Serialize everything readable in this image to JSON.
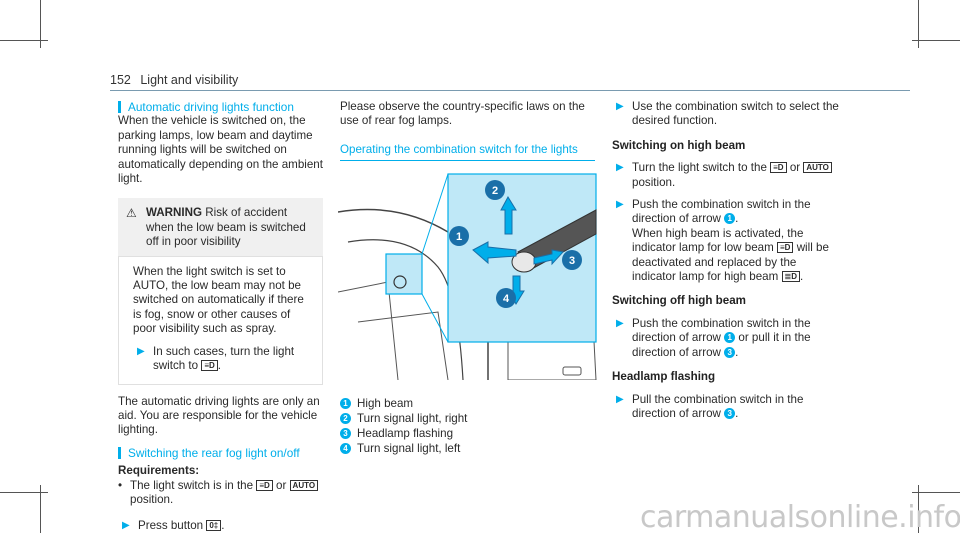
{
  "header": {
    "page_number": "152",
    "section": "Light and visibility"
  },
  "col1": {
    "heading_auto": "Automatic driving lights function",
    "auto_text": "When the vehicle is switched on, the parking lamps, low beam and daytime running lights will be switched on automatically depending on the ambient light.",
    "warning": {
      "label": "WARNING",
      "title": "Risk of accident when the low beam is switched off in poor visibility",
      "body": "When the light switch is set to AUTO, the low beam may not be switched on automatically if there is fog, snow or other causes of poor visibility such as spray.",
      "step": "In such cases, turn the light switch to"
    },
    "aid_text": "The automatic driving lights are only an aid. You are responsible for the vehicle lighting.",
    "heading_fog": "Switching the rear fog light on/off",
    "requirements_label": "Requirements:",
    "requirement": "The light switch is in the",
    "requirement_or": "or",
    "requirement_end": "position.",
    "press_step": "Press button"
  },
  "col2": {
    "intro": "Please observe the country-specific laws on the use of rear fog lamps.",
    "heading": "Operating the combination switch for the lights",
    "legend": [
      {
        "num": "1",
        "label": "High beam"
      },
      {
        "num": "2",
        "label": "Turn signal light, right"
      },
      {
        "num": "3",
        "label": "Headlamp flashing"
      },
      {
        "num": "4",
        "label": "Turn signal light, left"
      }
    ]
  },
  "col3": {
    "use_step": "Use the combination switch to select the desired function.",
    "h_on": "Switching on high beam",
    "on_step1": "Turn the light switch to the",
    "on_step1_or": "or",
    "on_step1_end": "position.",
    "on_step2a": "Push the combination switch in the direction of arrow",
    "on_step2b": "When high beam is activated, the indicator lamp for low beam",
    "on_step2c": "will be deactivated and replaced by the indicator lamp for high beam",
    "h_off": "Switching off high beam",
    "off_step_a": "Push the combination switch in the direction of arrow",
    "off_step_b": "or pull it in the direction of arrow",
    "h_flash": "Headlamp flashing",
    "flash_step": "Pull the combination switch in the direction of arrow"
  },
  "symbols": {
    "auto": "AUTO",
    "lowbeam": "≡D",
    "highbeam": "≣D",
    "fog": "0‡"
  },
  "colors": {
    "accent": "#00aeea",
    "illustration_bg": "#bfe8f7"
  },
  "watermark": "carmanualsonline.info"
}
